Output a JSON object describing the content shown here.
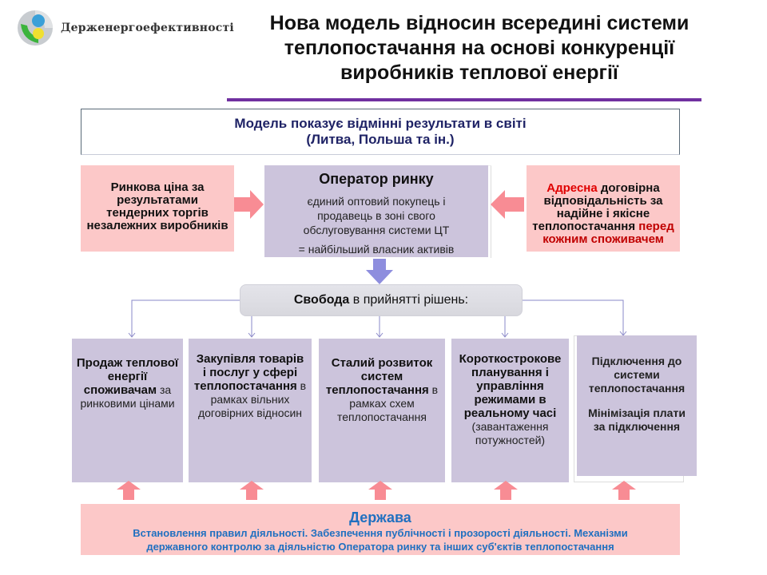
{
  "header": {
    "logo_text": "Держенергоефективності",
    "title_lines": [
      "Нова модель відносин всередині системи",
      "теплопостачання на основі конкуренції",
      "виробників теплової енергії"
    ]
  },
  "banner": {
    "line1": "Модель показує відмінні результати в світі",
    "line2": "(Литва, Польша та ін.)"
  },
  "left_box": {
    "lines": [
      "Ринкова ціна за",
      "результатами",
      "тендерних торгів",
      "незалежних виробників"
    ]
  },
  "operator": {
    "title": "Оператор ринку",
    "desc_lines": [
      "єдиний оптовий покупець і",
      "продавець в зоні свого",
      "обслуговування системи ЦТ"
    ],
    "equation": "= найбільший власник активів"
  },
  "right_box": {
    "part1_red": "Адресна",
    "part1_rest": " договірна",
    "line2": "відповідальність за",
    "line3": "надійне і якісне",
    "line4_black": "теплопостачання ",
    "line4_red": "перед",
    "line5_red": "кожним споживачем"
  },
  "freedom": {
    "bold": "Свобода",
    "rest": " в прийнятті рішень:"
  },
  "boxes": [
    {
      "bold1": "Продаж теплової",
      "bold2": "енергії",
      "bold3": "споживачам",
      "rest3": " за",
      "line4": "ринковими цінами"
    },
    {
      "bold1": "Закупівля товарів",
      "bold2": "і послуг у сфері",
      "bold3": "теплопостачання",
      "rest3": " в",
      "line4": "рамках вільних",
      "line5": "договірних відносин"
    },
    {
      "bold1": "Сталий розвиток",
      "bold2": "систем",
      "bold3": "теплопостачання",
      "rest3": " в",
      "line4": "рамках схем",
      "line5": "теплопостачання"
    },
    {
      "bold1": "Короткострокове",
      "bold2": "планування і",
      "bold3": "управління",
      "bold4": "режимами в",
      "bold5": "реальному часі",
      "line6": "(завантаження",
      "line7": "потужностей)"
    },
    {
      "line1": "Підключення до",
      "line2": "системи",
      "line3": "теплопостачання",
      "line4": "Мінімізація плати",
      "line5": "за підключення"
    }
  ],
  "state": {
    "title": "Держава",
    "desc_line1": "Встановлення правил діяльності. Забезпечення публічності і прозорості діяльності. Механізми",
    "desc_line2": "державного контролю за діяльністю Оператора ринку та інших суб'єктів теплопостачання"
  },
  "colors": {
    "accent_rule": "#7030a0",
    "pink_box": "#fcc8c8",
    "purple_box": "#ccc4dc",
    "arrow_pink": "#f88c94",
    "arrow_blue": "#8e8ede",
    "banner_text": "#1f2366",
    "state_text": "#2070c0",
    "highlight_red": "#e00000"
  }
}
